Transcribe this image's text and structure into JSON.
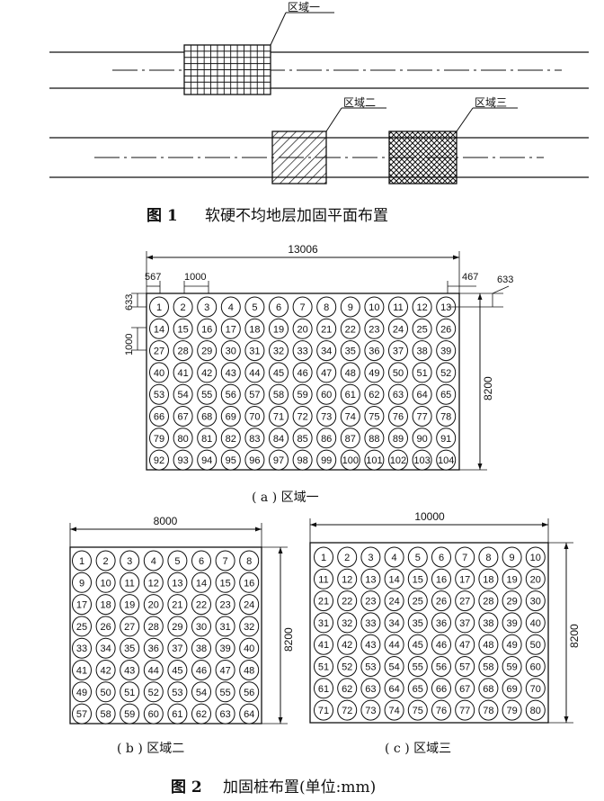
{
  "figure1": {
    "caption_label": "图 1",
    "caption_text": "软硬不均地层加固平面布置",
    "region_labels": [
      "区域一",
      "区域二",
      "区域三"
    ]
  },
  "figure2": {
    "caption_label": "图 2",
    "caption_text": "加固桩布置(单位:mm)",
    "panels": [
      {
        "id": "a",
        "caption": "( a ) 区域一",
        "cols": 13,
        "rows": 8,
        "dims": {
          "width": "13006",
          "height": "8200",
          "left": "567",
          "pitch": "1000",
          "right": "467",
          "right_offset": "633",
          "top": "633",
          "vpitch": "1000"
        }
      },
      {
        "id": "b",
        "caption": "( b ) 区域二",
        "cols": 8,
        "rows": 8,
        "dims": {
          "width": "8000",
          "height": "8200"
        }
      },
      {
        "id": "c",
        "caption": "( c ) 区域三",
        "cols": 10,
        "rows": 8,
        "dims": {
          "width": "10000",
          "height": "8200"
        }
      }
    ]
  }
}
